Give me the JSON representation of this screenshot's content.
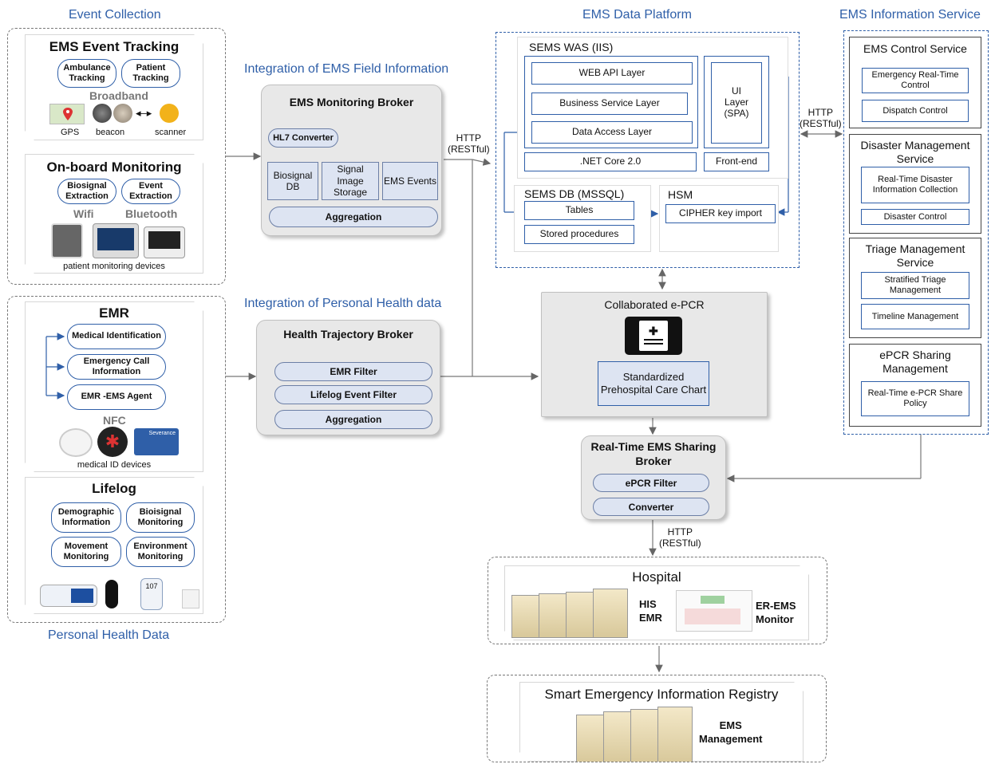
{
  "sections": {
    "event_collection": "Event Collection",
    "personal_health": "Personal Health Data",
    "platform": "EMS Data Platform",
    "info_service": "EMS Information Service",
    "integration_field": "Integration of EMS Field Information",
    "integration_personal": "Integration of Personal Health data"
  },
  "tracking": {
    "title": "EMS Event Tracking",
    "ambulance": "Ambulance Tracking",
    "patient": "Patient Tracking",
    "band": "Broadband",
    "gps": "GPS",
    "beacon": "beacon",
    "scanner": "scanner"
  },
  "onboard": {
    "title": "On-board Monitoring",
    "biosignal": "Biosignal Extraction",
    "event": "Event Extraction",
    "wifi": "Wifi",
    "bluetooth": "Bluetooth",
    "devices": "patient monitoring devices"
  },
  "emr": {
    "title": "EMR",
    "medical_id": "Medical Identification",
    "emergency_call": "Emergency Call Information",
    "agent": "EMR -EMS Agent",
    "nfc": "NFC",
    "devices": "medical ID devices",
    "card_text": "Severance"
  },
  "lifelog": {
    "title": "Lifelog",
    "demographic": "Demographic Information",
    "biosignal": "Bioisignal Monitoring",
    "movement": "Movement Monitoring",
    "environment": "Environment Monitoring",
    "glucose": "107"
  },
  "monitoring_broker": {
    "title": "EMS Monitoring Broker",
    "hl7": "HL7 Converter",
    "biosignal_db": "Biosignal DB",
    "signal_storage": "Signal Image Storage",
    "ems_events": "EMS Events",
    "aggregation": "Aggregation"
  },
  "health_broker": {
    "title": "Health Trajectory Broker",
    "emr_filter": "EMR Filter",
    "lifelog_filter": "Lifelog Event Filter",
    "aggregation": "Aggregation"
  },
  "http": {
    "left": "HTTP\n(RESTful)",
    "right": "HTTP\n(RESTful)",
    "bottom": "HTTP\n(RESTful)"
  },
  "was": {
    "title": "SEMS WAS (IIS)",
    "web_api": "WEB API Layer",
    "business": "Business Service Layer",
    "data_access": "Data Access Layer",
    "netcore": ".NET Core 2.0",
    "ui": "UI\nLayer\n(SPA)",
    "frontend": "Front-end"
  },
  "db": {
    "title": "SEMS DB (MSSQL)",
    "tables": "Tables",
    "procedures": "Stored procedures"
  },
  "hsm": {
    "title": "HSM",
    "cipher": "CIPHER key import"
  },
  "epcr": {
    "title": "Collaborated e-PCR",
    "chart": "Standardized Prehospital Care Chart"
  },
  "sharing_broker": {
    "title": "Real-Time EMS Sharing Broker",
    "filter": "ePCR Filter",
    "converter": "Converter"
  },
  "services": {
    "control": {
      "title": "EMS  Control Service",
      "item1": "Emergency Real-Time Control",
      "item2": "Dispatch Control"
    },
    "disaster": {
      "title": "Disaster Management Service",
      "item1": "Real-Time Disaster Information Collection",
      "item2": "Disaster Control"
    },
    "triage": {
      "title": "Triage Management Service",
      "item1": "Stratified Triage Management",
      "item2": "Timeline Management"
    },
    "epcr_sharing": {
      "title": "ePCR Sharing Management",
      "item1": "Real-Time e-PCR Share Policy"
    }
  },
  "hospital": {
    "title": "Hospital",
    "his": "HIS\nEMR",
    "monitor": "ER-EMS\nMonitor"
  },
  "registry": {
    "title": "Smart Emergency Information Registry",
    "management": "EMS\nManagement"
  },
  "colors": {
    "accent": "#2f5fa8",
    "broker_bg": "#e8e8e8",
    "cell_bg": "#dde4f2"
  }
}
